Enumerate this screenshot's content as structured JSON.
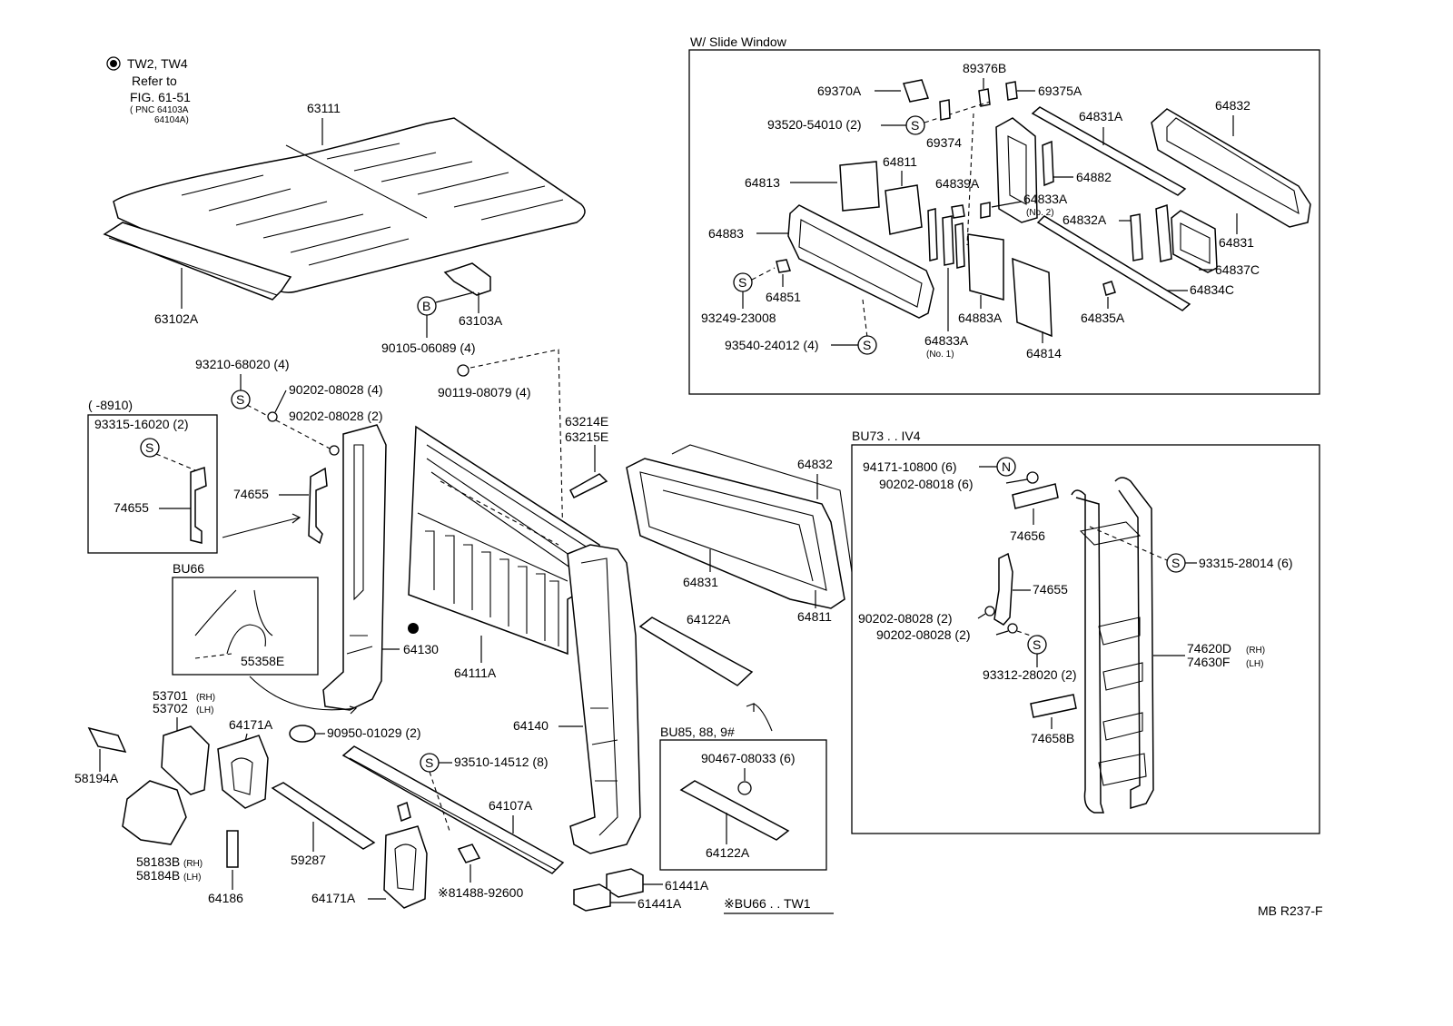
{
  "notes": {
    "tw_marker": "TW2, TW4",
    "refer_to": "Refer to",
    "fig": "FIG. 61-51",
    "pnc": "( PNC 64103A",
    "pnc2": "64104A)",
    "code": "MB R237-F"
  },
  "boxes": {
    "slide_window": "W/ Slide Window",
    "prior_8910": "(      -8910)",
    "bu66": "BU66",
    "bu73": "BU73 . . IV4",
    "bu85": "BU85, 88, 9#",
    "bu66_tw1": "※BU66 . . TW1"
  },
  "symbols": {
    "s": "S",
    "b": "B",
    "n": "N"
  },
  "labels": {
    "l63111": "63111",
    "l63102A": "63102A",
    "l63103A": "63103A",
    "l90105": "90105-06089 (4)",
    "l90119": "90119-08079 (4)",
    "l93210": "93210-68020 (4)",
    "l90202_4": "90202-08028 (4)",
    "l90202_2": "90202-08028 (2)",
    "l93315_16020": "93315-16020 (2)",
    "l74655a": "74655",
    "l74655b": "74655",
    "l55358E": "55358E",
    "l64130": "64130",
    "l64111A": "64111A",
    "l63214E": "63214E",
    "l63215E": "63215E",
    "l53701": "53701",
    "l53702": "53702",
    "rh1": "(RH)",
    "lh1": "(LH)",
    "l64171A_top": "64171A",
    "l90950": "90950-01029 (2)",
    "l58194A": "58194A",
    "l58183B": "58183B",
    "l58184B": "58184B",
    "rh2": "(RH)",
    "lh2": "(LH)",
    "l64186": "64186",
    "l59287": "59287",
    "l64171A_bot": "64171A",
    "l93510": "93510-14512 (8)",
    "l64107A": "64107A",
    "l81488": "※81488-92600",
    "l64140": "64140",
    "l61441A_a": "61441A",
    "l61441A_b": "61441A",
    "l64832_main": "64832",
    "l64831_main": "64831",
    "l64811_main": "64811",
    "l64122A_top": "64122A",
    "l90467": "90467-08033 (6)",
    "l64122A_bot": "64122A",
    "l69370A": "69370A",
    "l89376B": "89376B",
    "l69375A": "69375A",
    "l93520": "93520-54010 (2)",
    "l69374": "69374",
    "l64831A": "64831A",
    "l64832_sw": "64832",
    "l64813": "64813",
    "l64811_sw": "64811",
    "l64839A": "64839A",
    "l64882": "64882",
    "l64833A_no2": "64833A",
    "no2": "(No. 2)",
    "l64832A": "64832A",
    "l64883": "64883",
    "l64831_sw": "64831",
    "l64851": "64851",
    "l64837C": "64837C",
    "l64834C": "64834C",
    "l93249": "93249-23008",
    "l64883A": "64883A",
    "l64835A": "64835A",
    "l93540": "93540-24012 (4)",
    "l64833A_no1": "64833A",
    "no1": "(No. 1)",
    "l64814": "64814",
    "l94171": "94171-10800 (6)",
    "l90202_08018": "90202-08018 (6)",
    "l74656": "74656",
    "l93315_28014": "93315-28014 (6)",
    "l74655c": "74655",
    "l90202_a": "90202-08028 (2)",
    "l90202_b": "90202-08028 (2)",
    "l93312": "93312-28020 (2)",
    "l74620D": "74620D",
    "l74630F": "74630F",
    "rh3": "(RH)",
    "lh3": "(LH)",
    "l74658B": "74658B"
  }
}
